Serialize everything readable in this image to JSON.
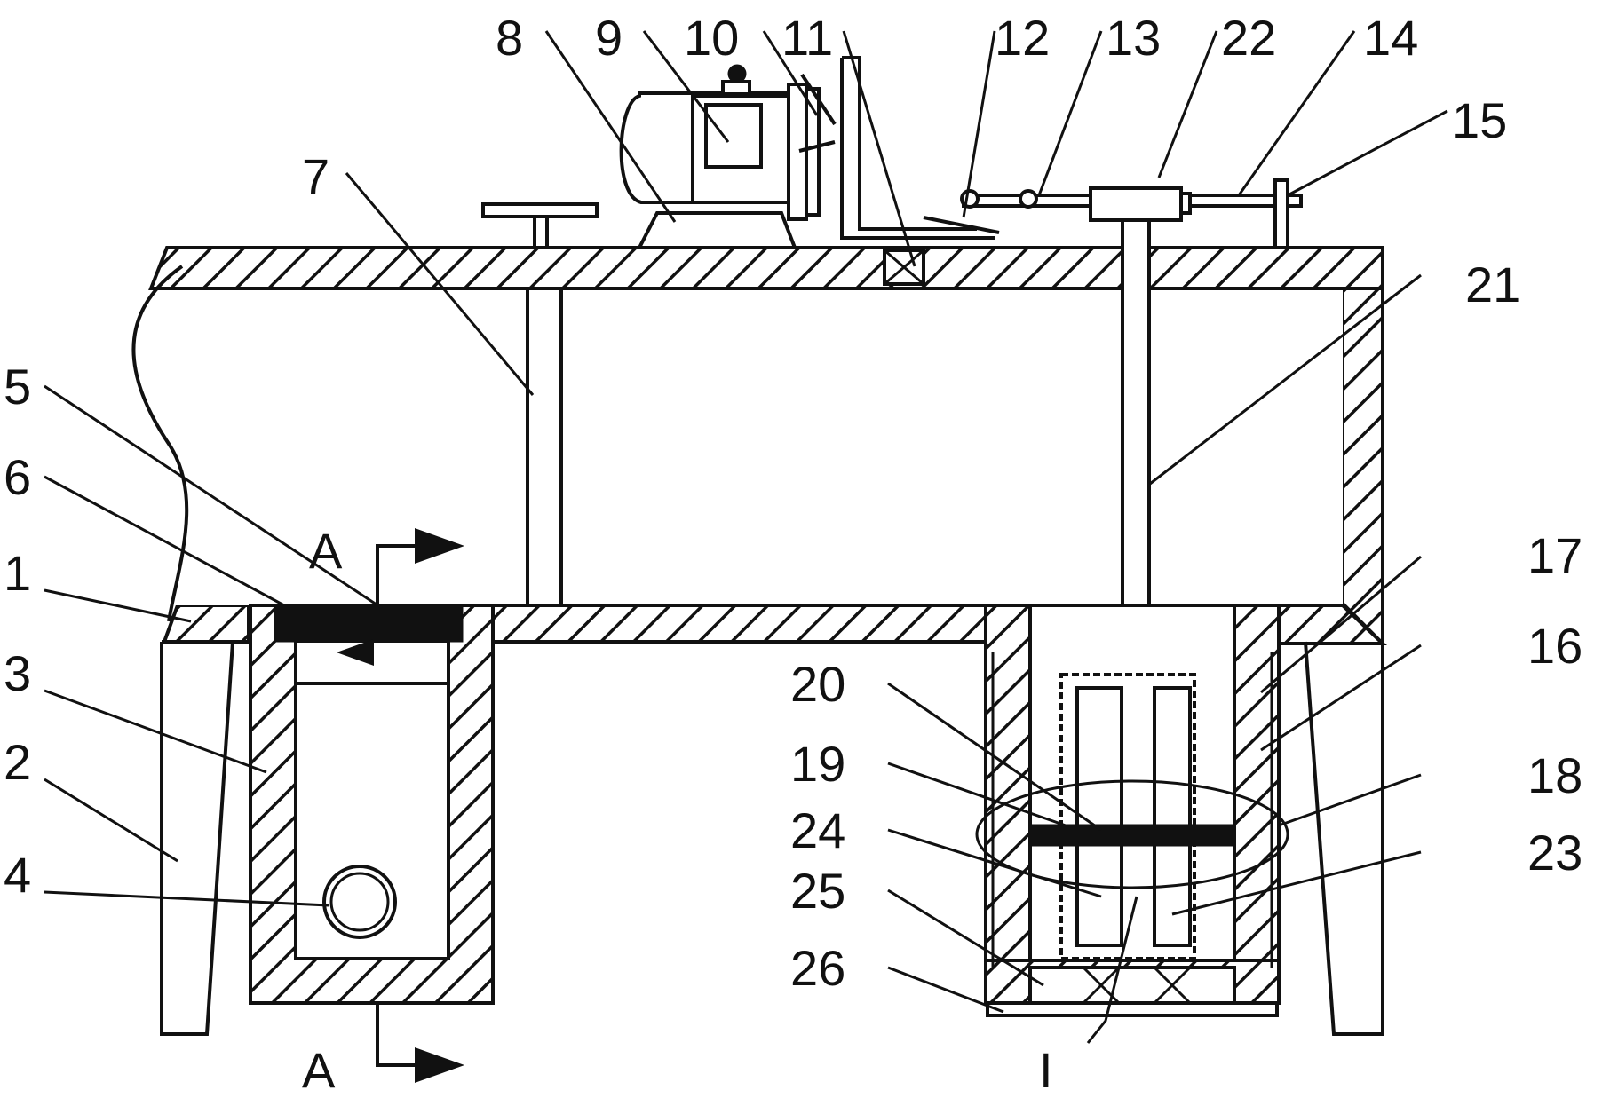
{
  "diagram": {
    "section_marks": {
      "top": "A",
      "bottom": "A"
    },
    "detail_mark": "I",
    "labels": [
      {
        "id": "l1",
        "text": "1"
      },
      {
        "id": "l2",
        "text": "2"
      },
      {
        "id": "l3",
        "text": "3"
      },
      {
        "id": "l4",
        "text": "4"
      },
      {
        "id": "l5",
        "text": "5"
      },
      {
        "id": "l6",
        "text": "6"
      },
      {
        "id": "l7",
        "text": "7"
      },
      {
        "id": "l8",
        "text": "8"
      },
      {
        "id": "l9",
        "text": "9"
      },
      {
        "id": "l10",
        "text": "10"
      },
      {
        "id": "l11",
        "text": "11"
      },
      {
        "id": "l12",
        "text": "12"
      },
      {
        "id": "l13",
        "text": "13"
      },
      {
        "id": "l22",
        "text": "22"
      },
      {
        "id": "l14",
        "text": "14"
      },
      {
        "id": "l15",
        "text": "15"
      },
      {
        "id": "l21",
        "text": "21"
      },
      {
        "id": "l17",
        "text": "17"
      },
      {
        "id": "l16",
        "text": "16"
      },
      {
        "id": "l18",
        "text": "18"
      },
      {
        "id": "l23",
        "text": "23"
      },
      {
        "id": "l20",
        "text": "20"
      },
      {
        "id": "l19",
        "text": "19"
      },
      {
        "id": "l24",
        "text": "24"
      },
      {
        "id": "l25",
        "text": "25"
      },
      {
        "id": "l26",
        "text": "26"
      }
    ]
  }
}
